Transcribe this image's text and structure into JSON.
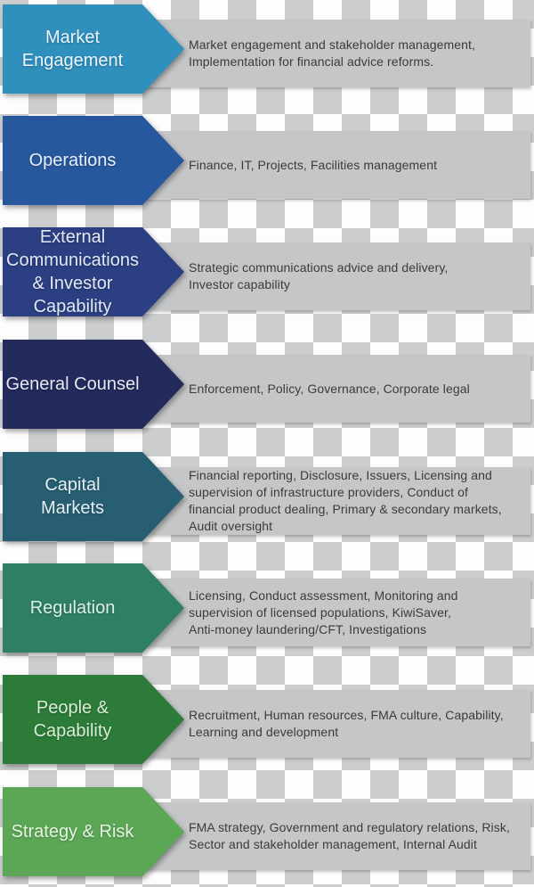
{
  "diagram": {
    "type": "org-structure-arrow-list",
    "colors": {
      "checker_light": "#fdfdfd",
      "checker_dark": "#cbcdce",
      "bar_background": "#c4c6c7",
      "description_text": "#3b3b3b"
    },
    "rows": [
      {
        "label_lines": [
          "Market",
          "Engagement"
        ],
        "arrow_color": "#2f8fbd",
        "label_color": "#ecf6fb",
        "desc_lines": [
          "Market engagement and stakeholder management,",
          "Implementation for financial advice reforms."
        ]
      },
      {
        "label_lines": [
          "Operations"
        ],
        "arrow_color": "#27589e",
        "label_color": "#e8f0fa",
        "desc_lines": [
          "Finance, IT, Projects, Facilities management"
        ]
      },
      {
        "label_lines": [
          "External",
          "Communications",
          "& Investor",
          "Capability"
        ],
        "arrow_color": "#2b3f82",
        "label_color": "#e3e9f6",
        "desc_lines": [
          "Strategic communications advice and delivery,",
          "Investor capability"
        ]
      },
      {
        "label_lines": [
          "General Counsel"
        ],
        "arrow_color": "#232a5c",
        "label_color": "#e6e9f4",
        "desc_lines": [
          "Enforcement, Policy, Governance, Corporate legal"
        ]
      },
      {
        "label_lines": [
          "Capital",
          "Markets"
        ],
        "arrow_color": "#285e72",
        "label_color": "#e2eff4",
        "desc_lines": [
          "Financial reporting, Disclosure, Issuers, Licensing and",
          "supervision of infrastructure providers, Conduct of",
          "financial product dealing, Primary & secondary markets,",
          "Audit oversight"
        ]
      },
      {
        "label_lines": [
          "Regulation"
        ],
        "arrow_color": "#2e7f66",
        "label_color": "#dff0e8",
        "desc_lines": [
          "Licensing, Conduct assessment, Monitoring and",
          "supervision of licensed populations, KiwiSaver,",
          "Anti-money laundering/CFT, Investigations"
        ]
      },
      {
        "label_lines": [
          "People &",
          "Capability"
        ],
        "arrow_color": "#2c7b39",
        "label_color": "#d9edd6",
        "desc_lines": [
          "Recruitment, Human resources, FMA culture, Capability,",
          "Learning and development"
        ]
      },
      {
        "label_lines": [
          "Strategy & Risk"
        ],
        "arrow_color": "#5ba756",
        "label_color": "#e7f5e2",
        "desc_lines": [
          "FMA strategy, Government and regulatory relations, Risk,",
          "Sector and stakeholder management, Internal Audit"
        ]
      }
    ]
  }
}
